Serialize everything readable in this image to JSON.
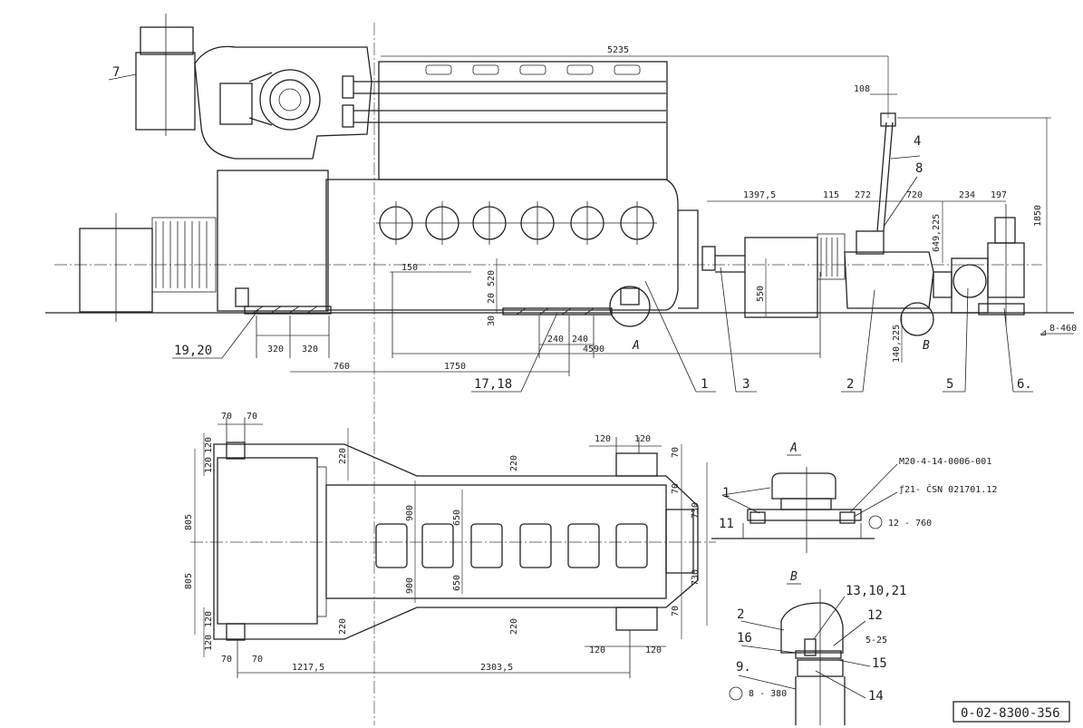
{
  "drawing": {
    "number": "0-02-8300-356",
    "dimensions": {
      "overall_5235": "5235",
      "d108": "108",
      "d1850": "1850",
      "d1397_5": "1397,5",
      "d115": "115",
      "d272": "272",
      "d720": "720",
      "d234": "234",
      "d197": "197",
      "d649_225": "649,225",
      "d150": "150",
      "d520": "520",
      "d20": "20",
      "d30": "30",
      "d550": "550",
      "d320a": "320",
      "d320b": "320",
      "d240a": "240",
      "d240b": "240",
      "d4590": "4590",
      "d760": "760",
      "d1750": "1750",
      "d140_225": "140,225",
      "p70a": "70",
      "p70b": "70",
      "p120a": "120",
      "p120b": "120",
      "p220a": "220",
      "p220b": "220",
      "p220c": "220",
      "p220d": "220",
      "p120c": "120",
      "p120d": "120",
      "p70c": "70",
      "p70d": "70",
      "p70e": "70",
      "p70f": "70",
      "p805a": "805",
      "p805b": "805",
      "p900a": "900",
      "p900b": "900",
      "p650a": "650",
      "p650b": "650",
      "p730a": "730",
      "p730b": "730",
      "p120e": "120",
      "p120f": "120",
      "p120g": "120",
      "p120h": "120",
      "p70g": "70",
      "p70h": "70",
      "p1217_5": "1217,5",
      "p2303_5": "2303,5"
    },
    "callouts": {
      "c7": "7",
      "c4": "4",
      "c8": "8",
      "c19_20": "19,20",
      "c17_18": "17,18",
      "c1": "1",
      "c3": "3",
      "c2": "2",
      "c5": "5",
      "c6": "6.",
      "detailA_view": "A",
      "detailB_view": "B",
      "cA_main": "A",
      "cB_main": "B"
    },
    "detail_a": {
      "label": "A",
      "c1": "1",
      "c11": "11",
      "part1": "M20-4-14-0006-001",
      "part2": "ƒ21- ČSN 021701.12",
      "weld": "12 - 760"
    },
    "detail_b": {
      "label": "B",
      "c2": "2",
      "c13_10_21": "13,10,21",
      "c12": "12",
      "c16": "16",
      "weld": "5-25",
      "c15": "15",
      "c9": "9.",
      "c14": "14",
      "weld2": "8 - 380"
    },
    "weld_main": "8-460"
  }
}
